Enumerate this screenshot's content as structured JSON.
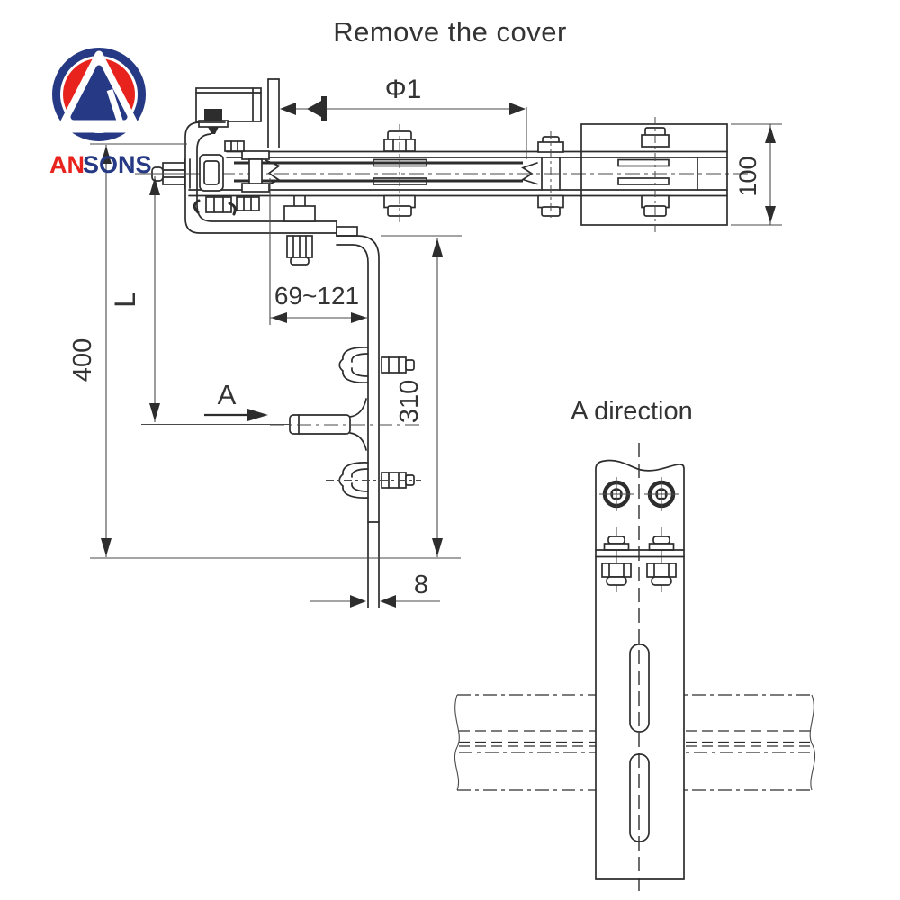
{
  "title": "Remove the cover",
  "logo": {
    "text_primary": "AN",
    "text_secondary": "SONS"
  },
  "colors": {
    "logo_blue": "#263984",
    "logo_red": "#e8231d",
    "line": "#2d2d2d",
    "dim_line": "#4a4a4a",
    "text": "#333333",
    "bg": "#ffffff"
  },
  "main_view": {
    "dimensions": {
      "phi1": "Φ1",
      "block_height": "100",
      "adjust_range": "69~121",
      "length": "L",
      "overall_height": "400",
      "bar_height": "310",
      "bar_thickness": "8",
      "view_arrow": "A"
    }
  },
  "detail_view": {
    "label": "A direction"
  }
}
